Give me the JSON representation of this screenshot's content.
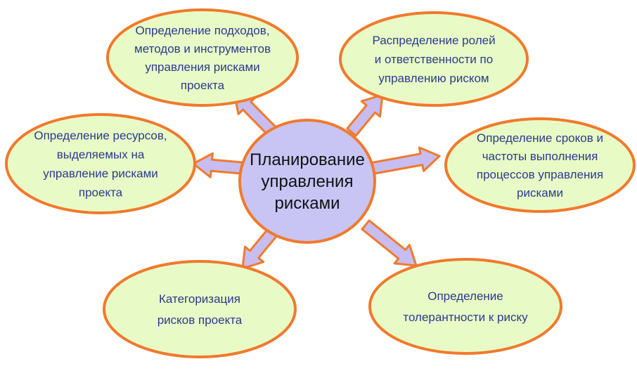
{
  "colors": {
    "node_fill": "#e8fbc7",
    "node_stroke": "#f07a2c",
    "arrow_fill": "#c7bdf0",
    "arrow_stroke": "#f07a2c",
    "center_fill": "#c8c5f5",
    "center_stroke": "#f07a2c",
    "node_text": "#2b3a8c",
    "center_text": "#111111"
  },
  "center": {
    "lines": [
      "Планирование",
      "управления",
      "рисками"
    ]
  },
  "nodes": [
    {
      "id": "approaches",
      "lines": [
        "Определение подходов,",
        "методов и инструментов",
        "управления рисками",
        "проекта"
      ]
    },
    {
      "id": "roles",
      "lines": [
        "Распределение ролей",
        "и ответственности по",
        "управлению риском"
      ]
    },
    {
      "id": "resources",
      "lines": [
        "Определение ресурсов,",
        "выделяемых на",
        "управление рисками",
        "проекта"
      ]
    },
    {
      "id": "schedule",
      "lines": [
        "Определение сроков и",
        "частоты выполнения",
        "процессов управления",
        "рисками"
      ]
    },
    {
      "id": "categorization",
      "lines": [
        "Категоризация",
        "рисков проекта"
      ]
    },
    {
      "id": "tolerance",
      "lines": [
        "Определение",
        "толерантности к риску"
      ]
    }
  ]
}
